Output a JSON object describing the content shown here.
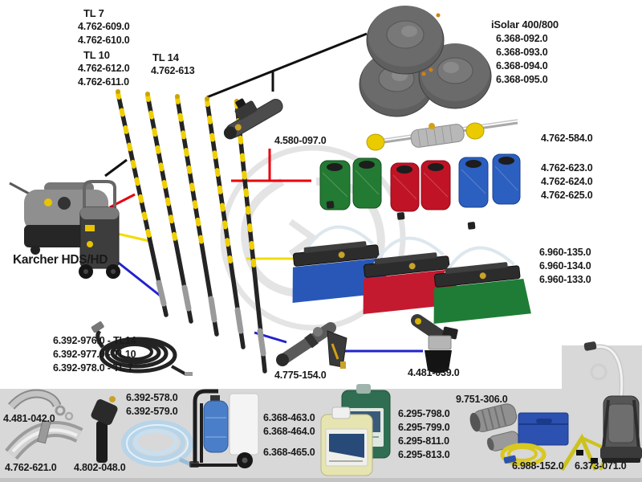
{
  "labels": {
    "tl7_title": "TL 7",
    "tl7_code1": "4.762-609.0",
    "tl7_code2": "4.762-610.0",
    "tl10_title": "TL 10",
    "tl10_code1": "4.762-612.0",
    "tl10_code2": "4.762-611.0",
    "tl14_title": "TL 14",
    "tl14_code1": "4.762-613",
    "isolar_title": "iSolar 400/800",
    "isolar_code1": "6.368-092.0",
    "isolar_code2": "6.368-093.0",
    "isolar_code3": "6.368-094.0",
    "isolar_code4": "6.368-095.0",
    "swivel_code": "4.580-097.0",
    "roller_shaft_code": "4.762-584.0",
    "roller_brush_code1": "4.762-623.0",
    "roller_brush_code2": "4.762-624.0",
    "roller_brush_code3": "4.762-625.0",
    "machine_label": "Karcher HDS/HD",
    "wash_brush_code1": "6.960-135.0",
    "wash_brush_code2": "6.960-134.0",
    "wash_brush_code3": "6.960-133.0",
    "hp_hose_code1": "6.392-976.0 - TL14",
    "hp_hose_code2": "6.392-977.0 - TL10",
    "hp_hose_code3": "6.392-978.0 - TL 7",
    "gun_code": "4.775-154.0",
    "angle_nozzle_code": "4.481-039.0",
    "bent_pipe_code": "4.481-042.0",
    "water_hose_code1": "6.392-578.0",
    "water_hose_code2": "6.392-579.0",
    "splash_guard_code": "4.762-621.0",
    "adapter_code": "4.802-048.0",
    "water_treatment_code1": "6.368-463.0",
    "water_treatment_code2": "6.368-464.0",
    "water_treatment_code3": "6.368-465.0",
    "detergent_code1": "6.295-798.0",
    "detergent_code2": "6.295-799.0",
    "detergent_code3": "6.295-811.0",
    "detergent_code4": "6.295-813.0",
    "coupling_code": "9.751-306.0",
    "safety_kit_code": "6.988-152.0",
    "backpack_code": "6.373-071.0"
  },
  "colors": {
    "line_black": "#111111",
    "line_red": "#e8000d",
    "line_yellow": "#f2dc00",
    "line_blue": "#2222cc",
    "strip_gray": "#d8d8d8",
    "brush_green": "#237a33",
    "brush_red": "#c01325",
    "brush_blue": "#2b5fc0"
  }
}
